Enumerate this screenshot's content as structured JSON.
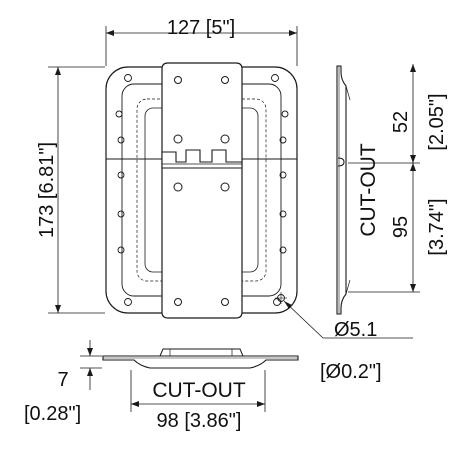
{
  "dimensions": {
    "top_width": "127 [5\"]",
    "left_height": "173 [6.81\"]",
    "right_upper_mm": "52",
    "right_upper_in": "[2.05\"]",
    "right_lower_mm": "95",
    "right_lower_in": "[3.74\"]",
    "right_cutout_label": "CUT-OUT",
    "hole_mm": "Ø5.1",
    "hole_in": "[Ø0.2\"]",
    "depth_mm": "7",
    "depth_in": "[0.28\"]",
    "bottom_cutout_label": "CUT-OUT",
    "bottom_width": "98 [3.86\"]"
  },
  "colors": {
    "line": "#1a1a1a",
    "text": "#111111",
    "background": "#ffffff"
  }
}
